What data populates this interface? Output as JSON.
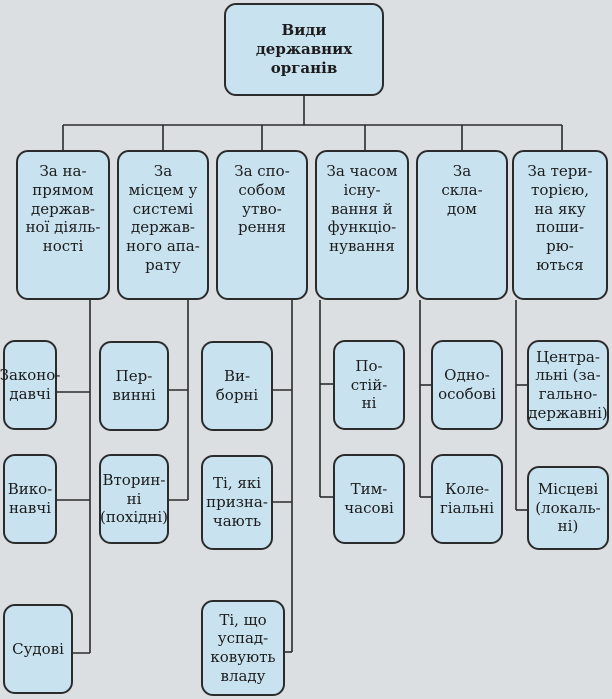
{
  "root": {
    "label": "Види\nдержавних\nорганів"
  },
  "categories": [
    {
      "label": "За на-\nпрямом\nдержав-\nної діяль-\nності",
      "items": [
        "Законо-\nдавчі",
        "Вико-\nнавчі",
        "Судові"
      ]
    },
    {
      "label": "За\nмісцем у\nсистемі\nдержав-\nного апа-\nрату",
      "items": [
        "Пер-\nвинні",
        "Вторин-\nні\n(похідні)"
      ]
    },
    {
      "label": "За спо-\nсобом\nутво-\nрення",
      "items": [
        "Ви-\nборні",
        "Ті, які\nпризна-\nчають",
        "Ті, що\nуспад-\nковують\nвладу"
      ]
    },
    {
      "label": "За часом\nісну-\nвання й\nфункціо-\nнування",
      "items": [
        "По-\nстій-\nні",
        "Тим-\nчасові"
      ]
    },
    {
      "label": "За\nскла-\nдом",
      "items": [
        "Одно-\nособові",
        "Коле-\nгіальні"
      ]
    },
    {
      "label": "За тери-\nторією,\nна яку\nпоши-\nрю-\nються",
      "items": [
        "Центра-\nльні (за-\nгально-\nдержавні)",
        "Місцеві\n(локаль-\nні)"
      ]
    }
  ]
}
